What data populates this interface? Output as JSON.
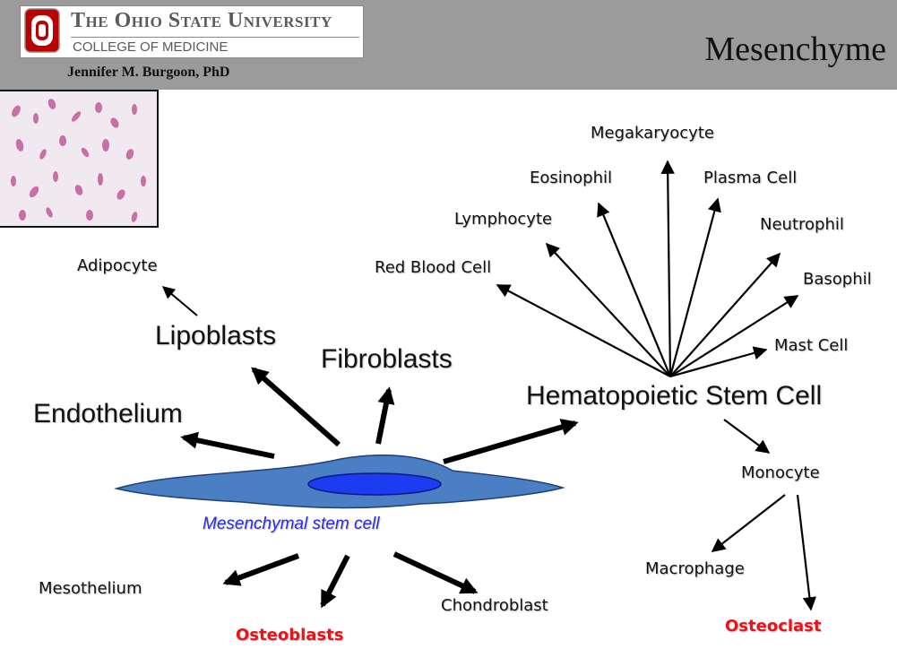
{
  "header": {
    "university": "The Ohio State University",
    "college": "COLLEGE OF MEDICINE",
    "author": "Jennifer M. Burgoon, PhD",
    "title": "Mesenchyme"
  },
  "colors": {
    "header_bg": "#9b9b9b",
    "cell_body": "#4a7fc4",
    "nucleus": "#1b3cf0",
    "emphasis_red": "#e8141b",
    "msc_label_blue": "#2b2fd6"
  },
  "diagram": {
    "stem_cell_label": "Mesenchymal stem cell",
    "mesenchymal_products": {
      "lipoblasts": "Lipoblasts",
      "adipocyte": "Adipocyte",
      "fibroblasts": "Fibroblasts",
      "endothelium": "Endothelium",
      "mesothelium": "Mesothelium",
      "osteoblasts": "Osteoblasts",
      "chondroblast": "Chondroblast"
    },
    "hematopoietic": {
      "hsc": "Hematopoietic Stem Cell",
      "megakaryocyte": "Megakaryocyte",
      "eosinophil": "Eosinophil",
      "plasma_cell": "Plasma Cell",
      "lymphocyte": "Lymphocyte",
      "neutrophil": "Neutrophil",
      "red_blood_cell": "Red Blood Cell",
      "basophil": "Basophil",
      "mast_cell": "Mast Cell",
      "monocyte": "Monocyte",
      "macrophage": "Macrophage",
      "osteoclast": "Osteoclast"
    }
  }
}
